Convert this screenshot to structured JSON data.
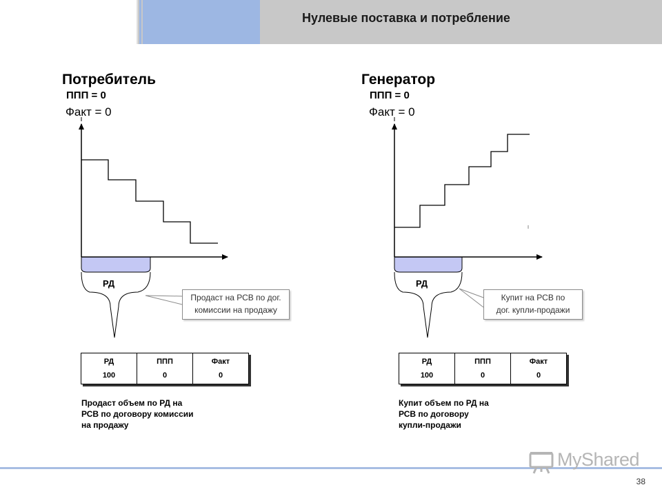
{
  "header": {
    "title": "Нулевые поставка и потребление"
  },
  "consumer": {
    "title": "Потребитель",
    "ppp": "ППП = 0",
    "fact": "Факт = 0",
    "rd_label": "РД",
    "callout": [
      "Продаст  на РСВ по дог.",
      "комиссии на продажу"
    ],
    "table": {
      "headers": [
        "РД",
        "ППП",
        "Факт"
      ],
      "values": [
        "100",
        "0",
        "0"
      ]
    },
    "note": [
      "Продаст объем по РД на",
      "РСВ по договору комиссии",
      "на продажу"
    ]
  },
  "generator": {
    "title": "Генератор",
    "ppp": "ППП = 0",
    "fact": "Факт = 0",
    "rd_label": "РД",
    "callout": [
      "Купит на РСВ по",
      "дог. купли-продажи"
    ],
    "table": {
      "headers": [
        "РД",
        "ППП",
        "Факт"
      ],
      "values": [
        "100",
        "0",
        "0"
      ]
    },
    "note": [
      "Купит объем по РД на",
      "РСВ по договору",
      "купли-продажи"
    ]
  },
  "footer": {
    "page_number": "38",
    "logo_text": "MyShared",
    "logo_icon": "presentation-board-icon"
  },
  "colors": {
    "header_band": "#c8c8c8",
    "header_accent": "#9db7e3",
    "rd_fill": "#c4c8f4",
    "footer_line": "#a7bde3"
  }
}
